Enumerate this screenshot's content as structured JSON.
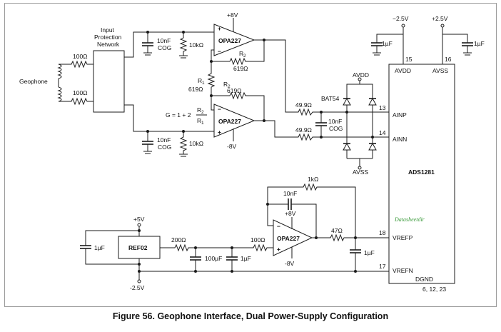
{
  "labels": {
    "geophone": "Geophone",
    "input_protection_1": "Input",
    "input_protection_2": "Protection",
    "input_protection_3": "Network",
    "r100_top": "100Ω",
    "r100_bot": "100Ω",
    "cap_10nf_top": "10nF",
    "cog_top": "COG",
    "r10k_top": "10kΩ",
    "cap_10nf_bot": "10nF",
    "cog_bot": "COG",
    "r10k_bot": "10kΩ",
    "plus8v_top": "+8V",
    "minus8v_mid": "-8V",
    "opa_top": "OPA227",
    "opa_mid": "OPA227",
    "opa_vref": "OPA227",
    "r2_top": "R",
    "r2_top_sub": "2",
    "r2_top_val": "619Ω",
    "r1": "R",
    "r1_sub": "1",
    "r1_val": "619Ω",
    "r2_mid": "R",
    "r2_mid_sub": "2",
    "r2_mid_val": "619Ω",
    "gain_eq": "G = 1 + 2",
    "gain_num": "R",
    "gain_num_sub": "2",
    "gain_den": "R",
    "gain_den_sub": "1",
    "r49_top": "49.9Ω",
    "r49_bot": "49.9Ω",
    "cap_10nf_cog_1": "10nF",
    "cap_10nf_cog_2": "COG",
    "bat54": "BAT54",
    "avdd_top": "AVDD",
    "avss_bot": "AVSS",
    "supply_minus25_1": "−2.5V",
    "supply_plus25_2": "+2.5V",
    "cap_1uf_left": "1µF",
    "cap_1uf_right": "1µF",
    "pin_15": "15",
    "pin_16": "16",
    "pin_avdd": "AVDD",
    "pin_avss": "AVSS",
    "pin_13": "13",
    "pin_ainp": "AINP",
    "pin_14": "14",
    "pin_ainn": "AINN",
    "chip_name": "ADS1281",
    "watermark": "Datasheetdir",
    "pin_18": "18",
    "pin_vrefp": "VREFP",
    "pin_17": "17",
    "pin_vrefn": "VREFN",
    "pin_dgnd": "DGND",
    "pin_dgnd_nums": "6, 12, 23",
    "r1k": "1kΩ",
    "cap_10nf_fb": "10nF",
    "plus8v_vref": "+8V",
    "minus8v_vref": "-8V",
    "r47": "47Ω",
    "cap_1uf_vref": "1µF",
    "plus5v": "+5V",
    "minus25v_ref": "-2.5V",
    "ref02": "REF02",
    "cap_1uf_ref": "1µF",
    "r200": "200Ω",
    "cap_100uf": "100µF",
    "cap_1uf_filter": "1µF",
    "r100_vref": "100Ω"
  },
  "caption": "Figure 56. Geophone Interface, Dual Power-Supply Configuration"
}
